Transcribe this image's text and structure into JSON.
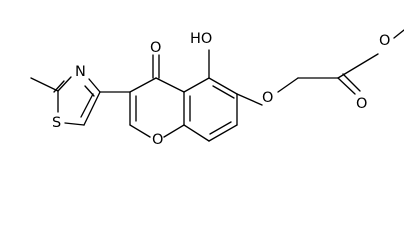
{
  "molecule": {
    "atoms": {
      "oh": "HO",
      "carbonyl_o": "O",
      "ring_o": "O",
      "ether_o": "O",
      "ester_carbonyl_o": "O",
      "ester_o": "O",
      "thiazole_s": "S",
      "thiazole_n": "N"
    }
  }
}
